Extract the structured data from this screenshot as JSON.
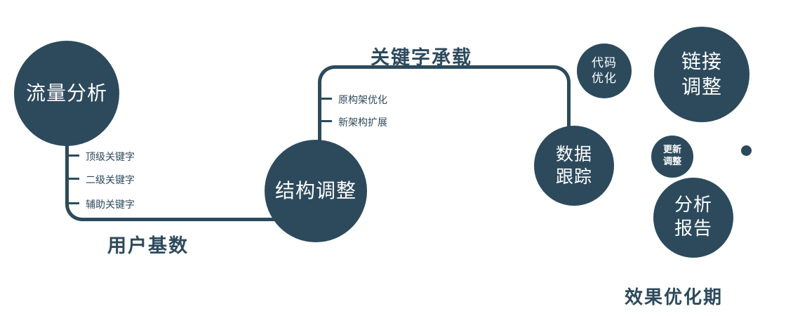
{
  "colors": {
    "primary": "#2d4a5d",
    "node_text": "#ffffff",
    "background": "#ffffff"
  },
  "nodes": {
    "traffic": {
      "label": "流量分析"
    },
    "structure": {
      "label": "结构调整"
    },
    "tracking": {
      "line1": "数据",
      "line2": "跟踪"
    },
    "code": {
      "line1": "代码",
      "line2": "优化"
    },
    "link": {
      "line1": "链接",
      "line2": "调整"
    },
    "update": {
      "line1": "更新",
      "line2": "调整"
    },
    "report": {
      "line1": "分析",
      "line2": "报告"
    }
  },
  "edges": {
    "user_base_label": "用户基数",
    "keyword_label": "关键字承载",
    "traffic_ticks": [
      "顶级关键字",
      "二级关键字",
      "辅助关键字"
    ],
    "structure_ticks": [
      "原构架优化",
      "新架构扩展"
    ]
  },
  "footer_label": "效果优化期"
}
